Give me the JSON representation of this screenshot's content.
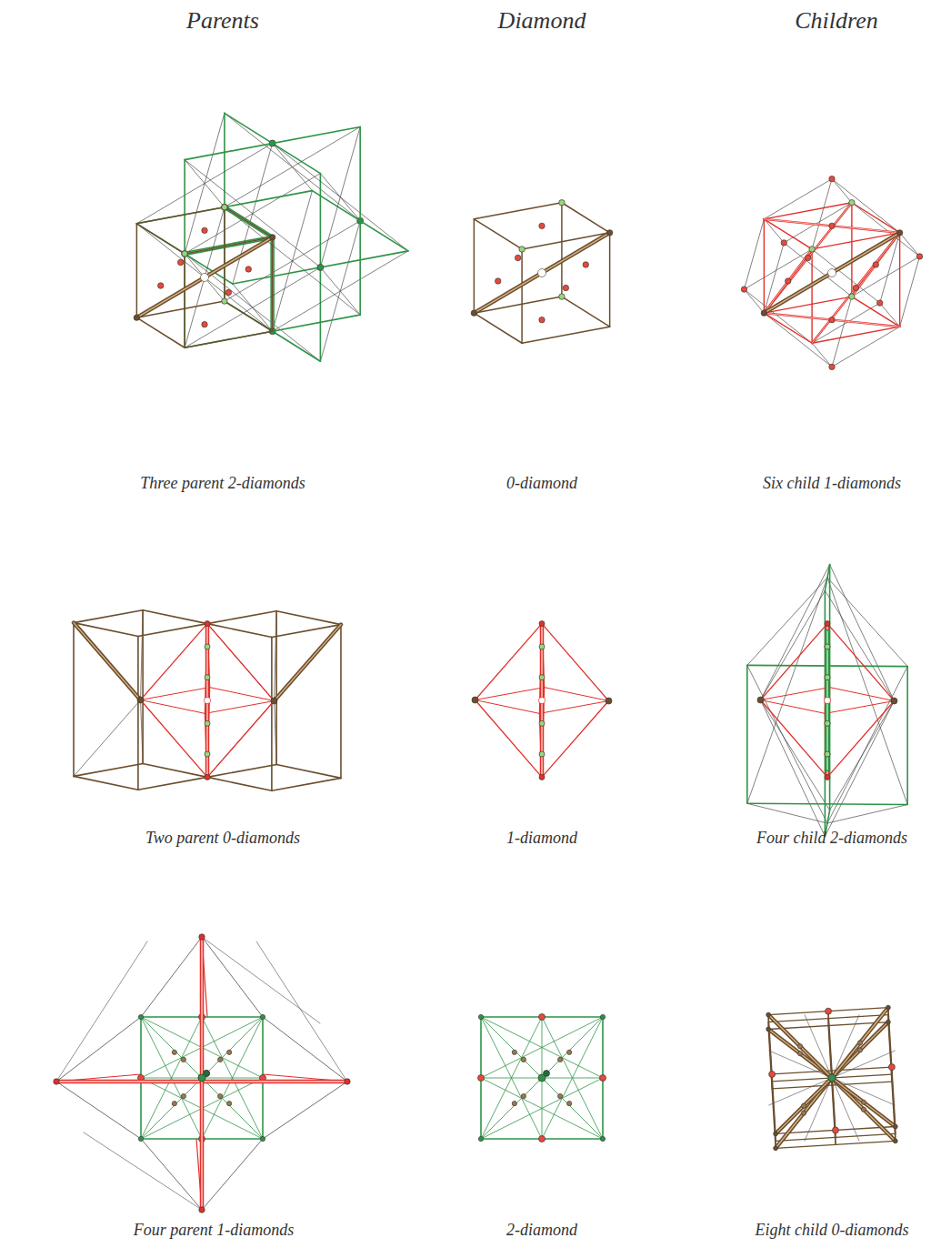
{
  "diagram": {
    "labels": [
      "Parents",
      "Diamond",
      "Children",
      "Three parent 2-diamonds",
      "0-diamond",
      "Six child 1-diamonds",
      "Two parent 0-diamonds",
      "1-diamond",
      "Four child 2-diamonds",
      "Four parent 1-diamonds",
      "2-diamond",
      "Eight child 0-diamonds"
    ]
  }
}
